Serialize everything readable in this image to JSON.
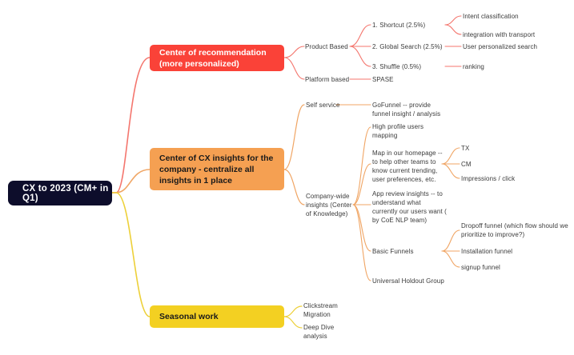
{
  "diagram": {
    "type": "mind-map",
    "title_node": "CX to 2023 (CM+ in Q1)",
    "colors": {
      "root_bg": "#0d0d2b",
      "branch_red": "#fa4238",
      "branch_orange": "#f5a052",
      "branch_yellow": "#f3d022",
      "link_red": "#f4766e",
      "link_orange": "#f0a564",
      "link_yellow": "#edd039",
      "text_dark": "#3a3a3a"
    }
  },
  "root": {
    "label": "CX to 2023 (CM+ in Q1)"
  },
  "branches": [
    {
      "id": "recommendation",
      "label": "Center of recommendation (more personalized)",
      "color": "#fa4238",
      "children": [
        {
          "label": "Product Based",
          "children": [
            {
              "label": "1. Shortcut (2.5%)",
              "children": [
                {
                  "label": "Intent classification"
                },
                {
                  "label": "integration with transport"
                }
              ]
            },
            {
              "label": "2. Global Search (2.5%)",
              "children": [
                {
                  "label": "User personalized search"
                }
              ]
            },
            {
              "label": "3. Shuffle (0.5%)",
              "children": [
                {
                  "label": "ranking"
                }
              ]
            }
          ]
        },
        {
          "label": "Platform based",
          "children": [
            {
              "label": "SPASE"
            }
          ]
        }
      ]
    },
    {
      "id": "cx-insights",
      "label": "Center of CX insights for the company - centralize all insights in 1 place",
      "color": "#f5a052",
      "children": [
        {
          "label": "Self service",
          "children": [
            {
              "label": "GoFunnel -- provide funnel insight / analysis"
            }
          ]
        },
        {
          "label": "Company-wide insights (Center of Knowledge)",
          "children": [
            {
              "label": "High profile users mapping"
            },
            {
              "label": "Map in our homepage -- to help other teams to know current trending, user preferences, etc.",
              "children": [
                {
                  "label": "TX"
                },
                {
                  "label": "CM"
                },
                {
                  "label": "Impressions / click"
                }
              ]
            },
            {
              "label": "App review insights -- to understand what currently our users want ( by CoE NLP team)"
            },
            {
              "label": "Basic Funnels",
              "children": [
                {
                  "label": "Dropoff funnel (which flow should we prioritize to improve?)"
                },
                {
                  "label": "Installation funnel"
                },
                {
                  "label": "signup funnel"
                }
              ]
            },
            {
              "label": "Universal Holdout Group"
            }
          ]
        }
      ]
    },
    {
      "id": "seasonal",
      "label": "Seasonal work",
      "color": "#f3d022",
      "children": [
        {
          "label": "Clickstream Migration"
        },
        {
          "label": "Deep Dive analysis"
        }
      ]
    }
  ],
  "labels": {
    "red_l1_product": "Product Based",
    "red_l1_platform": "Platform based",
    "red_l2_shortcut": "1. Shortcut (2.5%)",
    "red_l2_global": "2. Global Search (2.5%)",
    "red_l2_shuffle": "3. Shuffle (0.5%)",
    "red_l2_spase": "SPASE",
    "red_l3_intent": "Intent classification",
    "red_l3_integration": "integration with transport",
    "red_l3_search": "User personalized search",
    "red_l3_ranking": "ranking",
    "or_l1_self": "Self service",
    "or_l1_company": "Company-wide\ninsights (Center\nof Knowledge)",
    "or_l2_gofunnel": "GoFunnel -- provide\nfunnel insight / analysis",
    "or_l2_highprofile": "High profile users\nmapping",
    "or_l2_map": "Map in our homepage --\nto help other teams to\nknow current trending,\nuser preferences, etc.",
    "or_l2_appreview": "App review insights -- to\nunderstand what\ncurrently our users want (\nby CoE NLP team)",
    "or_l2_basic": "Basic Funnels",
    "or_l2_uhg": "Universal Holdout Group",
    "or_l3_tx": "TX",
    "or_l3_cm": "CM",
    "or_l3_impr": "Impressions / click",
    "or_l3_dropoff": "Dropoff funnel (which flow should we\nprioritize to improve?)",
    "or_l3_install": "Installation funnel",
    "or_l3_signup": "signup funnel",
    "ye_l1_click": "Clickstream\nMigration",
    "ye_l1_deep": "Deep Dive\nanalysis"
  }
}
